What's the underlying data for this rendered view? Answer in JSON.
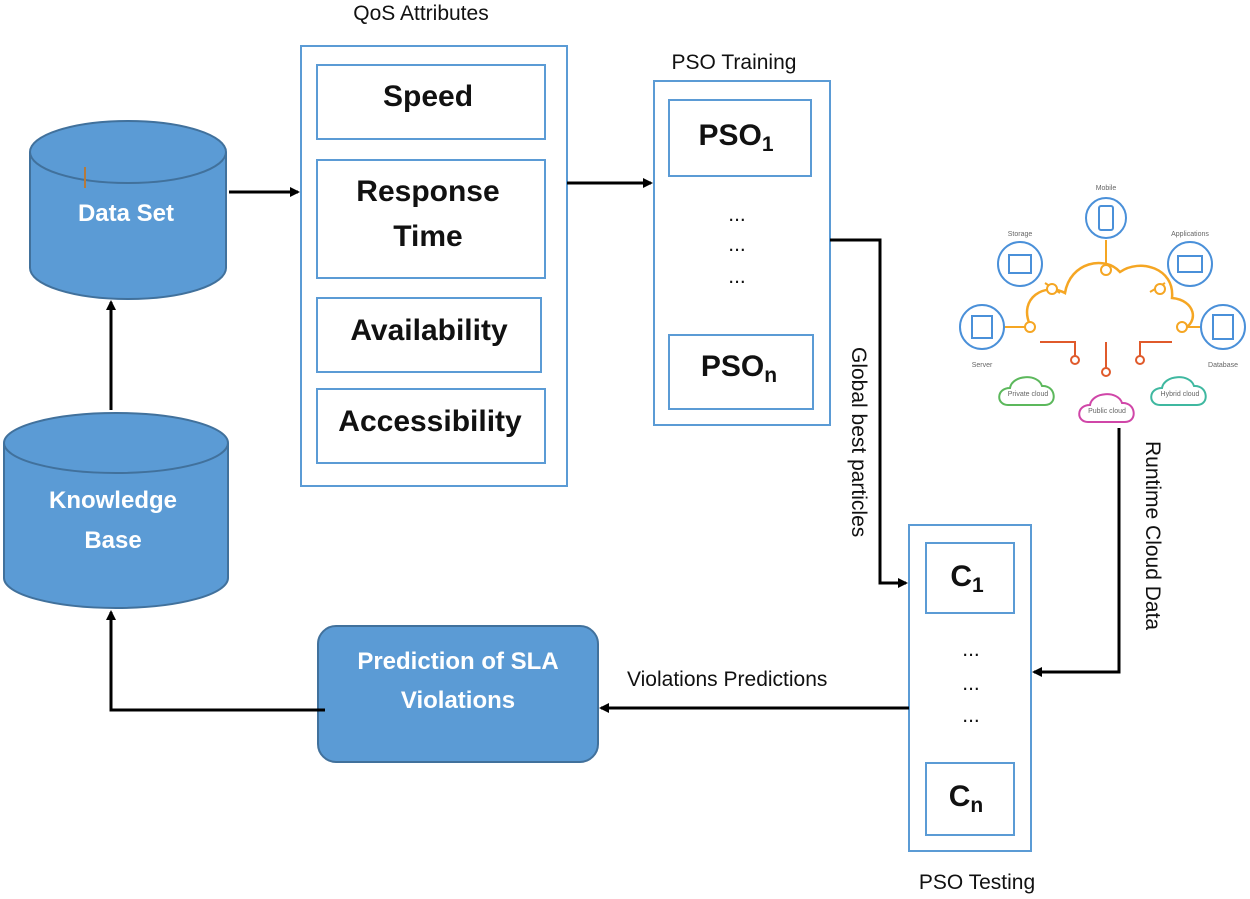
{
  "labels": {
    "qos_title": "QoS Attributes",
    "pso_training_title": "PSO Training",
    "pso_testing_title": "PSO Testing",
    "global_best": "Global best particles",
    "runtime_cloud": "Runtime Cloud Data",
    "violations_predictions": "Violations Predictions"
  },
  "nodes": {
    "data_set": "Data Set",
    "knowledge_base_line1": "Knowledge",
    "knowledge_base_line2": "Base",
    "prediction_line1": "Prediction  of SLA",
    "prediction_line2": "Violations"
  },
  "qos_attributes": {
    "speed": "Speed",
    "response_line1": "Response",
    "response_line2": "Time",
    "availability": "Availability",
    "accessibility": "Accessibility"
  },
  "pso_training": {
    "first": "PSO",
    "first_sub": "1",
    "last": "PSO",
    "last_sub": "n",
    "ellipsis": "..."
  },
  "pso_testing": {
    "first": "C",
    "first_sub": "1",
    "last": "C",
    "last_sub": "n",
    "ellipsis": "..."
  },
  "cloud_icons": {
    "mobile": "Mobile",
    "storage": "Storage",
    "applications": "Applications",
    "server": "Server",
    "database": "Database",
    "private": "Private cloud",
    "public": "Public cloud",
    "hybrid": "Hybrid cloud"
  },
  "colors": {
    "blue_fill": "#5b9bd5",
    "blue_stroke": "#41719c",
    "box_stroke": "#5b9bd5",
    "arrow": "#000000",
    "cloud_orange": "#f5a623",
    "cloud_red": "#e05a2b"
  }
}
